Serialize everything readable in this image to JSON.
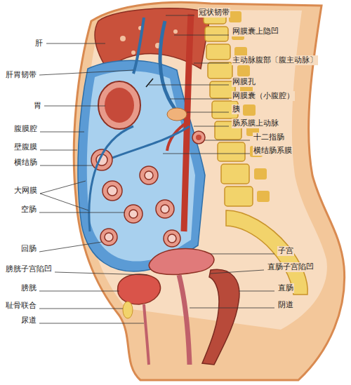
{
  "diagram": {
    "labels": [
      "冠状韧带",
      "网膜囊上隐凹",
      "肝",
      "主动脉腹部〔腹主动脉〕",
      "肝胃韧带",
      "网膜孔",
      "网膜囊（小腹腔）",
      "胃",
      "胰",
      "肠系膜上动脉",
      "腹膜腔",
      "十二指肠",
      "壁腹膜",
      "横结肠系膜",
      "横结肠",
      "大网膜",
      "空肠",
      "回肠",
      "子宫",
      "膀胱子宫陷凹",
      "直肠子宫陷凹",
      "膀胱",
      "直肠",
      "耻骨联合",
      "阴道",
      "尿道"
    ]
  }
}
